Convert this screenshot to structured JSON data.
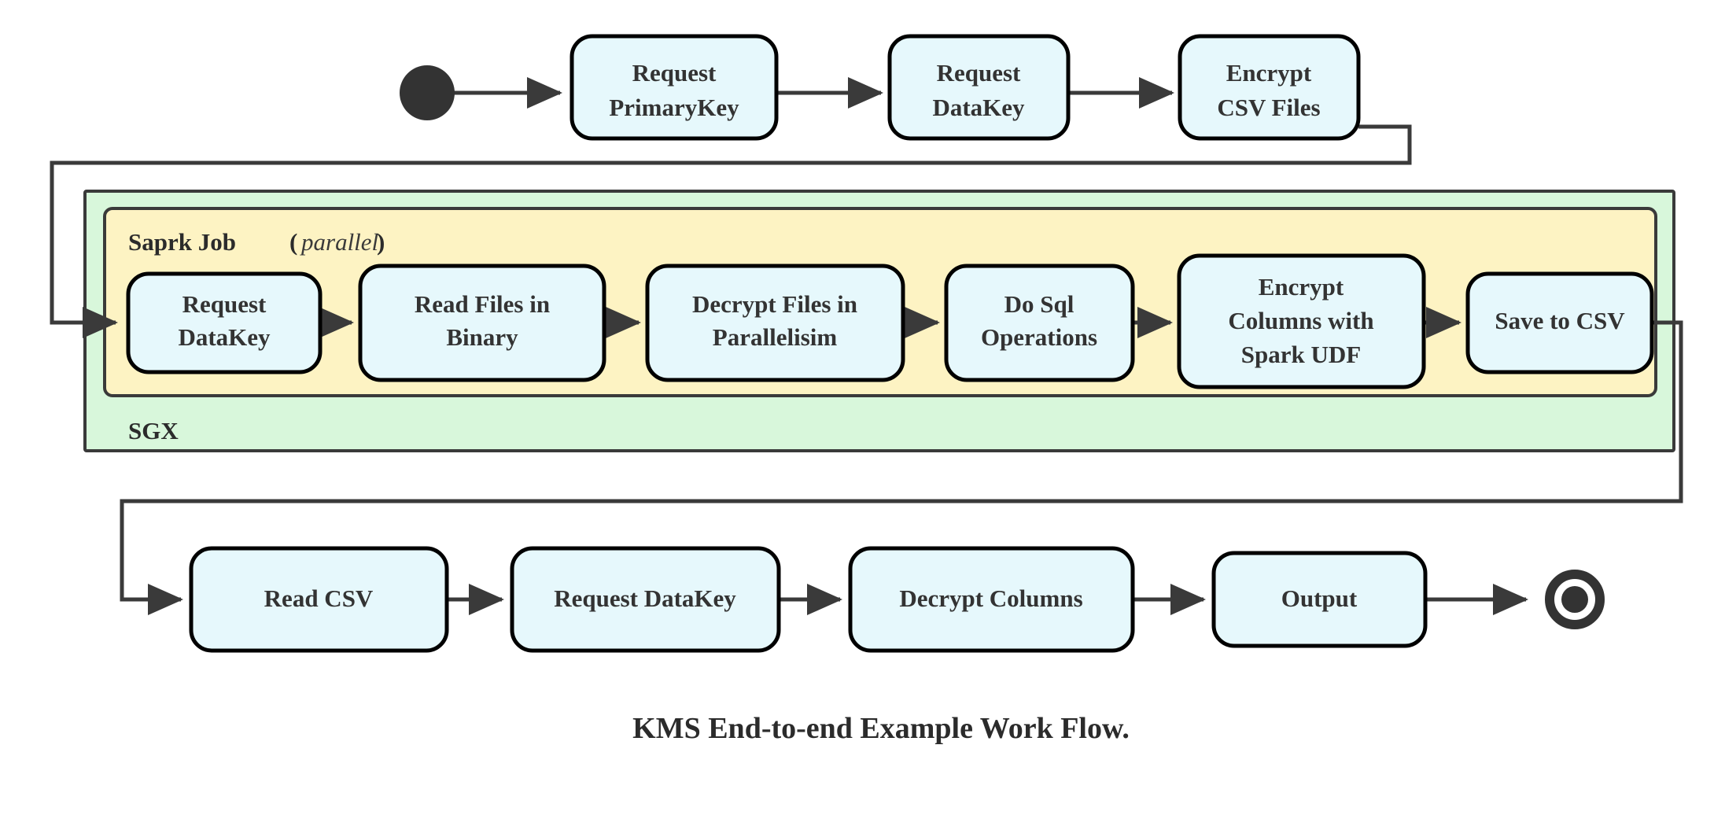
{
  "diagram": {
    "title": "KMS End-to-end Example Work Flow.",
    "type": "activity-flowchart",
    "colors": {
      "node_fill": "#e6f8fc",
      "node_stroke": "#000000",
      "sgx_fill": "#d8f7db",
      "spark_fill": "#fdf3c3",
      "connector": "#3a3a3a",
      "text": "#333333",
      "background": "#ffffff"
    },
    "start_node": {
      "name": "start",
      "shape": "filled-circle"
    },
    "end_node": {
      "name": "end",
      "shape": "ring-with-filled-circle"
    },
    "groups": {
      "sgx": {
        "label": "SGX"
      },
      "spark": {
        "label": "Saprk Job",
        "qualifier": "(parallel)",
        "qualifier_open": "(",
        "qualifier_word": "parallel",
        "qualifier_close": ")"
      }
    },
    "rows": {
      "top": {
        "name": "top-row",
        "nodes": [
          {
            "id": "request-primarykey",
            "line1": "Request",
            "line2": "PrimaryKey"
          },
          {
            "id": "request-datakey-top",
            "line1": "Request",
            "line2": "DataKey"
          },
          {
            "id": "encrypt-csv-files",
            "line1": "Encrypt",
            "line2": "CSV Files"
          }
        ]
      },
      "middle": {
        "name": "spark-job-row",
        "nodes": [
          {
            "id": "request-datakey-spark",
            "line1": "Request",
            "line2": "DataKey",
            "line3": ""
          },
          {
            "id": "read-files-in-binary",
            "line1": "Read Files in",
            "line2": "Binary",
            "line3": ""
          },
          {
            "id": "decrypt-files-in-parallelisim",
            "line1": "Decrypt Files in",
            "line2": "Parallelisim",
            "line3": ""
          },
          {
            "id": "do-sql-operations",
            "line1": "Do Sql",
            "line2": "Operations",
            "line3": ""
          },
          {
            "id": "encrypt-columns-with-spark-udf",
            "line1": "Encrypt",
            "line2": "Columns with",
            "line3": "Spark UDF"
          },
          {
            "id": "save-to-csv",
            "line1": "Save to CSV",
            "line2": "",
            "line3": ""
          }
        ]
      },
      "bottom": {
        "name": "bottom-row",
        "nodes": [
          {
            "id": "read-csv",
            "line1": "Read CSV",
            "line2": ""
          },
          {
            "id": "request-datakey-bottom",
            "line1": "Request DataKey",
            "line2": ""
          },
          {
            "id": "decrypt-columns",
            "line1": "Decrypt Columns",
            "line2": ""
          },
          {
            "id": "output",
            "line1": "Output",
            "line2": ""
          }
        ]
      }
    }
  }
}
